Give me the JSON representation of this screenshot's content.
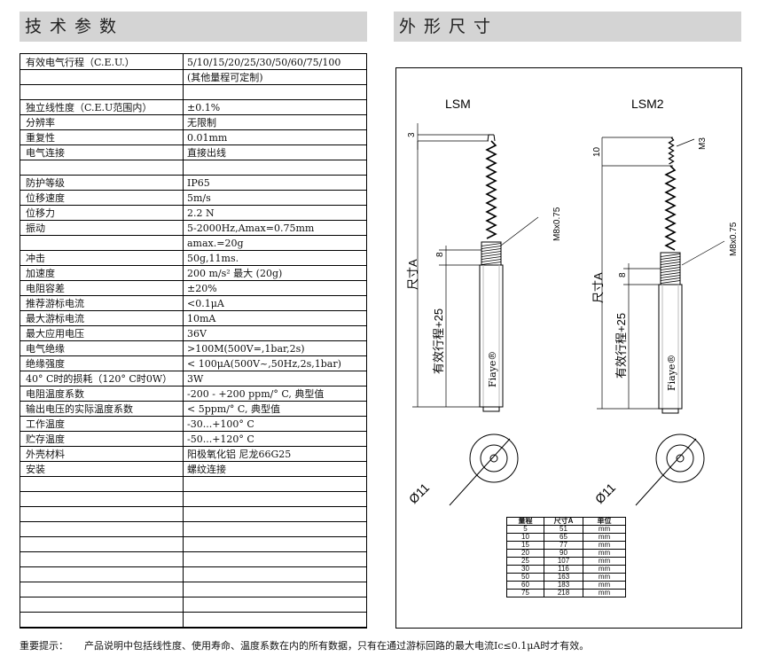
{
  "left_header": "技术参数",
  "right_header": "外形尺寸",
  "spec_rows": [
    {
      "k": "有效电气行程（C.E.U.）",
      "v": "5/10/15/20/25/30/50/60/75/100"
    },
    {
      "k": "",
      "v": "(其他量程可定制)"
    },
    {
      "k": "",
      "v": ""
    },
    {
      "k": "独立线性度（C.E.U范围内）",
      "v": "±0.1%"
    },
    {
      "k": "分辨率",
      "v": "无限制"
    },
    {
      "k": "重复性",
      "v": "0.01mm"
    },
    {
      "k": "电气连接",
      "v": "直接出线"
    },
    {
      "k": "",
      "v": ""
    },
    {
      "k": "防护等级",
      "v": "IP65"
    },
    {
      "k": "位移速度",
      "v": "5m/s"
    },
    {
      "k": "位移力",
      "v": "2.2 N"
    },
    {
      "k": "振动",
      "v": "5-2000Hz,Amax=0.75mm"
    },
    {
      "k": "",
      "v": "amax.=20g"
    },
    {
      "k": "冲击",
      "v": "50g,11ms."
    },
    {
      "k": "加速度",
      "v": "200 m/s² 最大 (20g)"
    },
    {
      "k": "电阻容差",
      "v": "±20%"
    },
    {
      "k": "推荐游标电流",
      "v": "<0.1μA"
    },
    {
      "k": "最大游标电流",
      "v": "10mA"
    },
    {
      "k": "最大应用电压",
      "v": "36V"
    },
    {
      "k": "电气绝缘",
      "v": ">100M(500V=,1bar,2s)"
    },
    {
      "k": "绝缘强度",
      "v": "< 100μA(500V~,50Hz,2s,1bar)"
    },
    {
      "k": "40° C时的损耗（120° C时0W）",
      "v": "3W"
    },
    {
      "k": "电阻温度系数",
      "v": "-200 - +200 ppm/° C, 典型值"
    },
    {
      "k": "输出电压的实际温度系数",
      "v": "< 5ppm/° C, 典型值"
    },
    {
      "k": "工作温度",
      "v": "-30...+100° C"
    },
    {
      "k": "贮存温度",
      "v": "-50...+120° C"
    },
    {
      "k": "外壳材料",
      "v": "阳极氧化铝    尼龙66G25"
    },
    {
      "k": "安装",
      "v": "螺纹连接"
    },
    {
      "k": "",
      "v": ""
    },
    {
      "k": "",
      "v": ""
    },
    {
      "k": "",
      "v": ""
    },
    {
      "k": "",
      "v": ""
    },
    {
      "k": "",
      "v": ""
    },
    {
      "k": "",
      "v": ""
    },
    {
      "k": "",
      "v": ""
    },
    {
      "k": "",
      "v": ""
    },
    {
      "k": "",
      "v": ""
    },
    {
      "k": "",
      "v": ""
    }
  ],
  "drawing": {
    "lsm_title": "LSM",
    "lsm2_title": "LSM2",
    "dim_3": "3",
    "dim_10": "10",
    "dim_m3": "M3",
    "dim_m8_left": "M8x0.75",
    "dim_m8_right": "M8x0.75",
    "dim_8_left": "8",
    "dim_8_right": "8",
    "dim_a_left": "尺寸A",
    "dim_a_right": "尺寸A",
    "dim_stroke_left": "有效行程+25",
    "dim_stroke_right": "有效行程+25",
    "brand_left": "Fiaye®",
    "brand_right": "Fiaye®",
    "dia_left": "Ø11",
    "dia_right": "Ø11"
  },
  "range_table": {
    "headers": [
      "量程",
      "尺寸A",
      "单位"
    ],
    "rows": [
      [
        "5",
        "51",
        "mm"
      ],
      [
        "10",
        "65",
        "mm"
      ],
      [
        "15",
        "77",
        "mm"
      ],
      [
        "20",
        "90",
        "mm"
      ],
      [
        "25",
        "107",
        "mm"
      ],
      [
        "30",
        "116",
        "mm"
      ],
      [
        "50",
        "163",
        "mm"
      ],
      [
        "60",
        "183",
        "mm"
      ],
      [
        "75",
        "218",
        "mm"
      ]
    ]
  },
  "footnote": {
    "label": "重要提示：",
    "text": "产品说明中包括线性度、使用寿命、温度系数在内的所有数据，只有在通过游标回路的最大电流Ic≤0.1μA时才有效。"
  }
}
